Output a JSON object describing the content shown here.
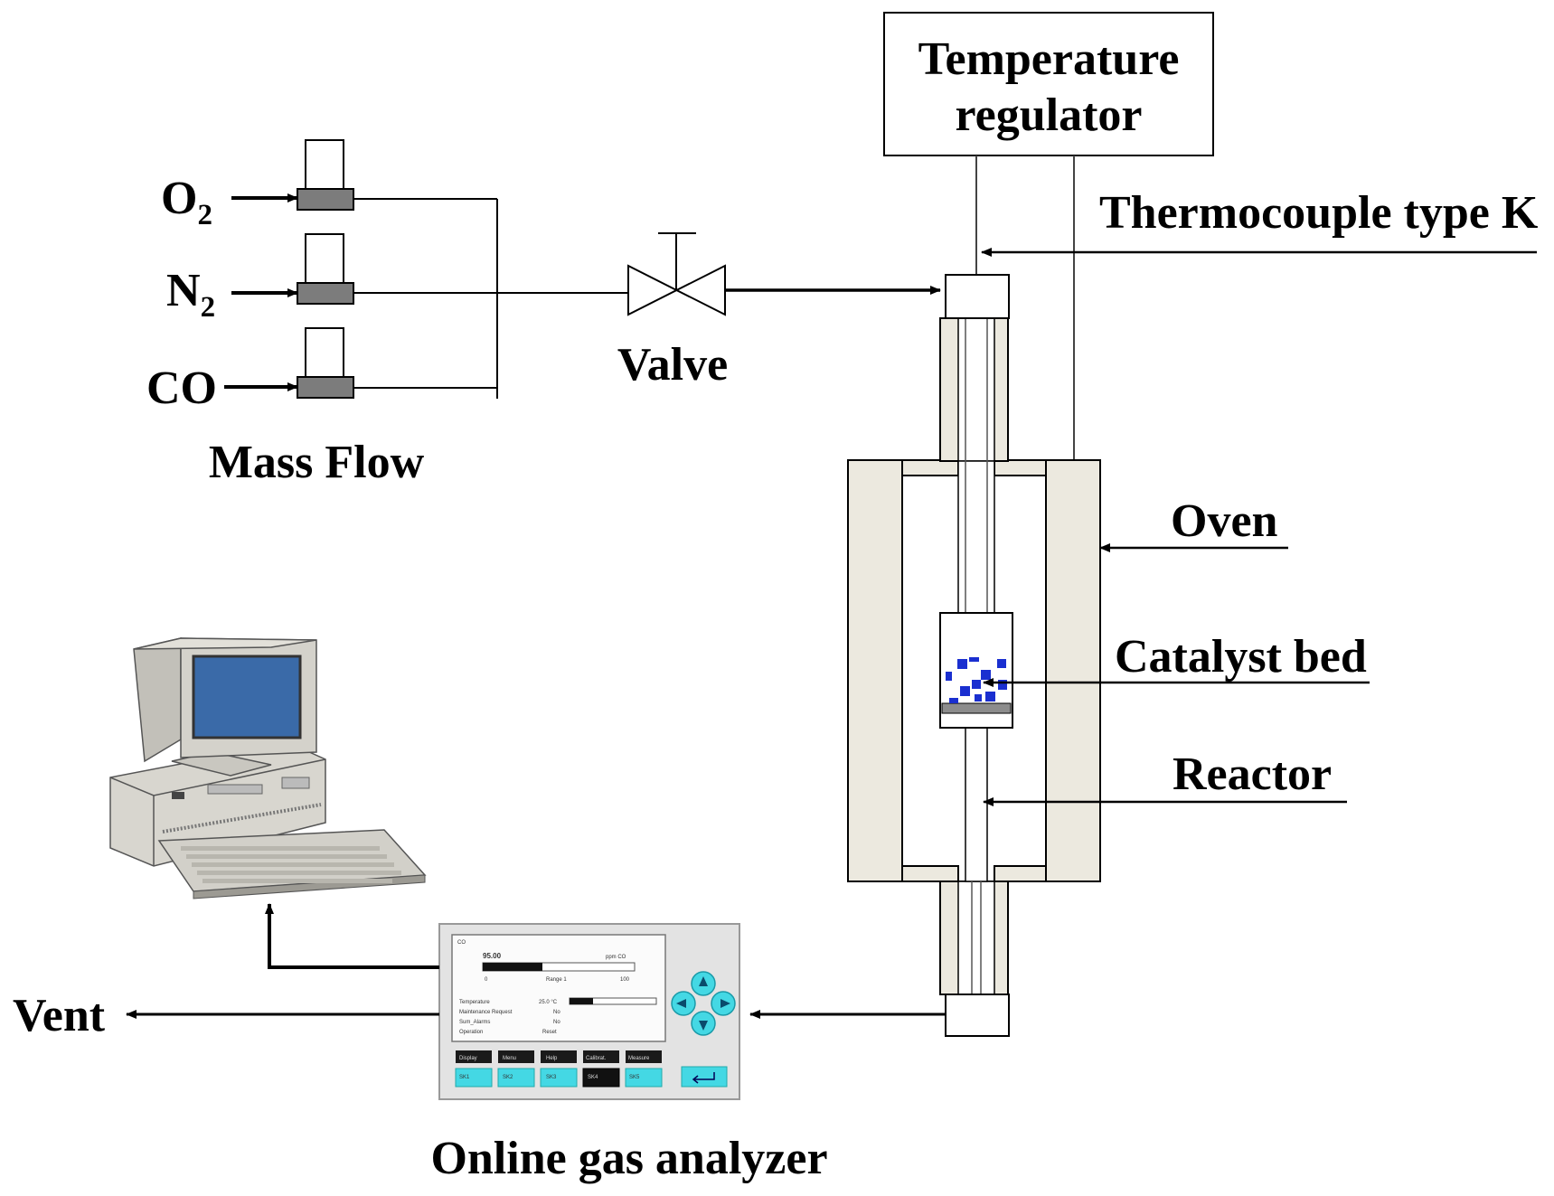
{
  "labels": {
    "temperature_regulator_line1": "Temperature",
    "temperature_regulator_line2": "regulator",
    "thermocouple": "Thermocouple type K",
    "valve": "Valve",
    "mass_flow": "Mass Flow",
    "oven": "Oven",
    "catalyst_bed": "Catalyst bed",
    "reactor": "Reactor",
    "vent": "Vent",
    "analyzer": "Online gas analyzer"
  },
  "gases": [
    {
      "base": "O",
      "subscript": "2"
    },
    {
      "base": "N",
      "subscript": "2"
    },
    {
      "base": "CO",
      "subscript": ""
    }
  ],
  "analyzer_screen": {
    "title": "CO",
    "value": "95.00",
    "unit": "ppm CO",
    "range_min": "0",
    "range_label": "Range 1",
    "range_max": "100",
    "rows": [
      {
        "name": "Temperature",
        "value": "25.0 °C"
      },
      {
        "name": "Maintenance Request",
        "value": "No"
      },
      {
        "name": "Sum_Alarms",
        "value": "No"
      },
      {
        "name": "Operation",
        "value": "Reset"
      }
    ],
    "softkeys_top": [
      "Display",
      "Menu",
      "Help",
      "Calibrat.",
      "Measure"
    ],
    "softkeys_bottom": [
      "SK1",
      "SK2",
      "SK3",
      "SK4",
      "SK5"
    ]
  },
  "colors": {
    "oven_fill": "#ece9df",
    "catalyst_particles": "#1a2fd0",
    "monitor_screen": "#3a6aa8",
    "analyzer_keys": "#44d8e4",
    "mass_flow_body": "#7c7c7c"
  }
}
